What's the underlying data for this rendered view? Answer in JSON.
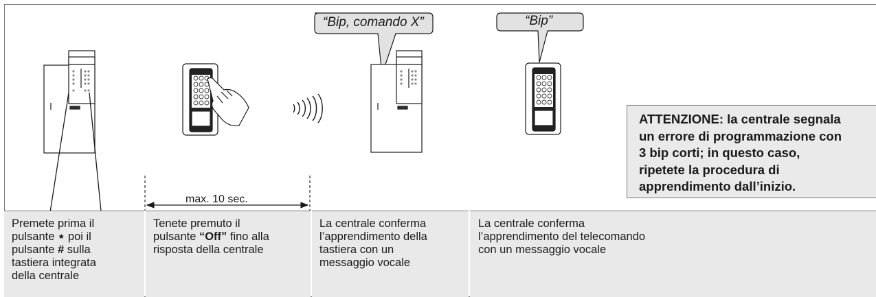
{
  "bubbles": {
    "bubble1": "“Bip, comando X”",
    "bubble2": "“Bip”"
  },
  "labels": {
    "poi": "poi",
    "max_time": "max. 10 sec."
  },
  "keys": {
    "star": "*",
    "hash": "#"
  },
  "alert": {
    "line1": "ATTENZIONE: la centrale segnala",
    "line2": "un errore di programmazione con",
    "line3": "3 bip corti; in questo caso,",
    "line4": "ripetete la procedura di",
    "line5": "apprendimento dall’inizio."
  },
  "steps": {
    "s1": {
      "l1": "Premete prima il",
      "l2a": "pulsante ",
      "l2sym": "⋆",
      "l2b": " poi il",
      "l3a": "pulsante ",
      "l3sym": "#",
      "l3b": " sulla",
      "l4": "tastiera integrata",
      "l5": "della centrale"
    },
    "s2": {
      "l1": "Tenete premuto il",
      "l2a": "pulsante ",
      "l2b": "“Off”",
      "l2c": " fino alla",
      "l3": "risposta della centrale"
    },
    "s3": {
      "l1": "La centrale conferma",
      "l2": "l’apprendimento della",
      "l3": "tastiera con un",
      "l4": "messaggio vocale"
    },
    "s4": {
      "l1": "La centrale conferma",
      "l2": "l’apprendimento del telecomando",
      "l3": "con un messaggio vocale"
    }
  },
  "colors": {
    "border": "#7a7a7a",
    "panel": "#e9e9e9",
    "ink": "#1a1a1a"
  }
}
